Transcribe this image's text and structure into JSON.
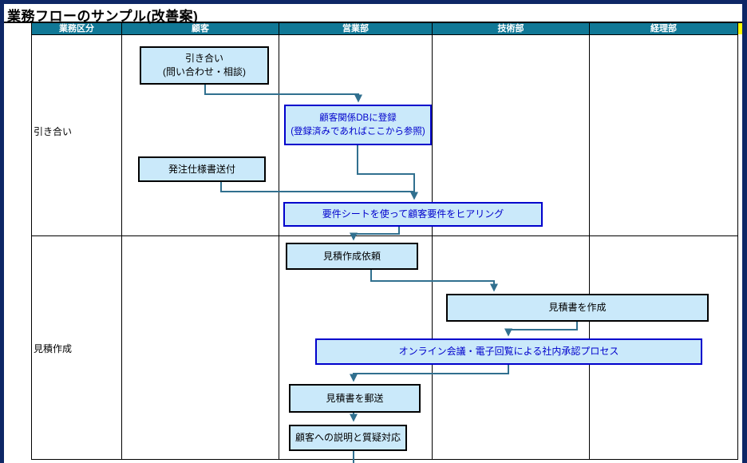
{
  "title": "業務フローのサンプル(改善案)",
  "lanes": [
    "業務区分",
    "顧客",
    "営業部",
    "技術部",
    "経理部"
  ],
  "rows": [
    {
      "label": "引き合い"
    },
    {
      "label": "見積作成"
    }
  ],
  "boxes": [
    {
      "id": "inquiry",
      "text": "引き合い\n(問い合わせ・相談)",
      "style": "black"
    },
    {
      "id": "db-register",
      "text": "顧客関係DBに登録\n(登録済みであればここから参照)",
      "style": "blue"
    },
    {
      "id": "send-spec",
      "text": "発注仕様書送付",
      "style": "black"
    },
    {
      "id": "hearing",
      "text": "要件シートを使って顧客要件をヒアリング",
      "style": "blue"
    },
    {
      "id": "quote-request",
      "text": "見積作成依頼",
      "style": "black"
    },
    {
      "id": "quote-create",
      "text": "見積書を作成",
      "style": "black"
    },
    {
      "id": "approval",
      "text": "オンライン会議・電子回覧による社内承認プロセス",
      "style": "blue"
    },
    {
      "id": "quote-mail",
      "text": "見積書を郵送",
      "style": "black"
    },
    {
      "id": "customer-explain",
      "text": "顧客への説明と質疑対応",
      "style": "black"
    }
  ],
  "colors": {
    "frame": "#0e2766",
    "header_bg": "#107896",
    "header_text": "#ffffff",
    "box_fill": "#cae9fa",
    "blue_accent": "#0000cc",
    "connector": "#31708f",
    "grid": "#000000",
    "partial_cell": "#ffff00"
  }
}
